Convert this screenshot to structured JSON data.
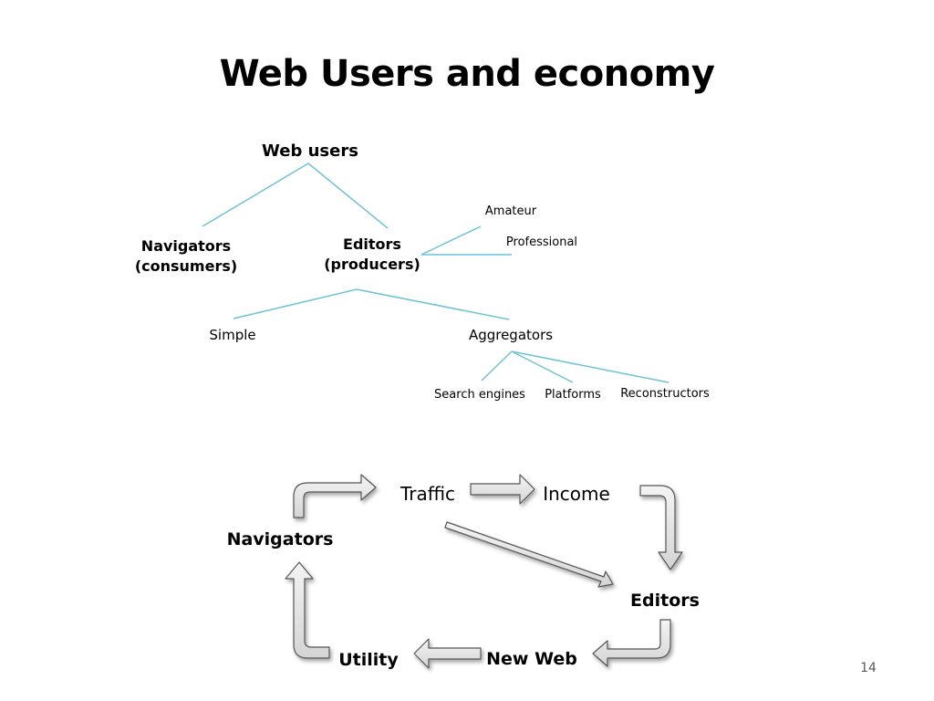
{
  "slide": {
    "title": "Web Users and economy",
    "page_number": "14"
  },
  "tree": {
    "root": "Web users",
    "navigators_line1": "Navigators",
    "navigators_line2": "(consumers)",
    "editors_line1": "Editors",
    "editors_line2": "(producers)",
    "amateur": "Amateur",
    "professional": "Professional",
    "simple": "Simple",
    "aggregators": "Aggregators",
    "search_engines": "Search engines",
    "platforms": "Platforms",
    "reconstructors": "Reconstructors"
  },
  "cycle": {
    "navigators": "Navigators",
    "traffic": "Traffic",
    "income": "Income",
    "editors": "Editors",
    "new_web": "New Web",
    "utility": "Utility"
  },
  "colors": {
    "tree_line": "#6cc3d5",
    "divider": "#c0504d",
    "arrow_fill": "#e6e6e6",
    "arrow_stroke": "#555555"
  }
}
